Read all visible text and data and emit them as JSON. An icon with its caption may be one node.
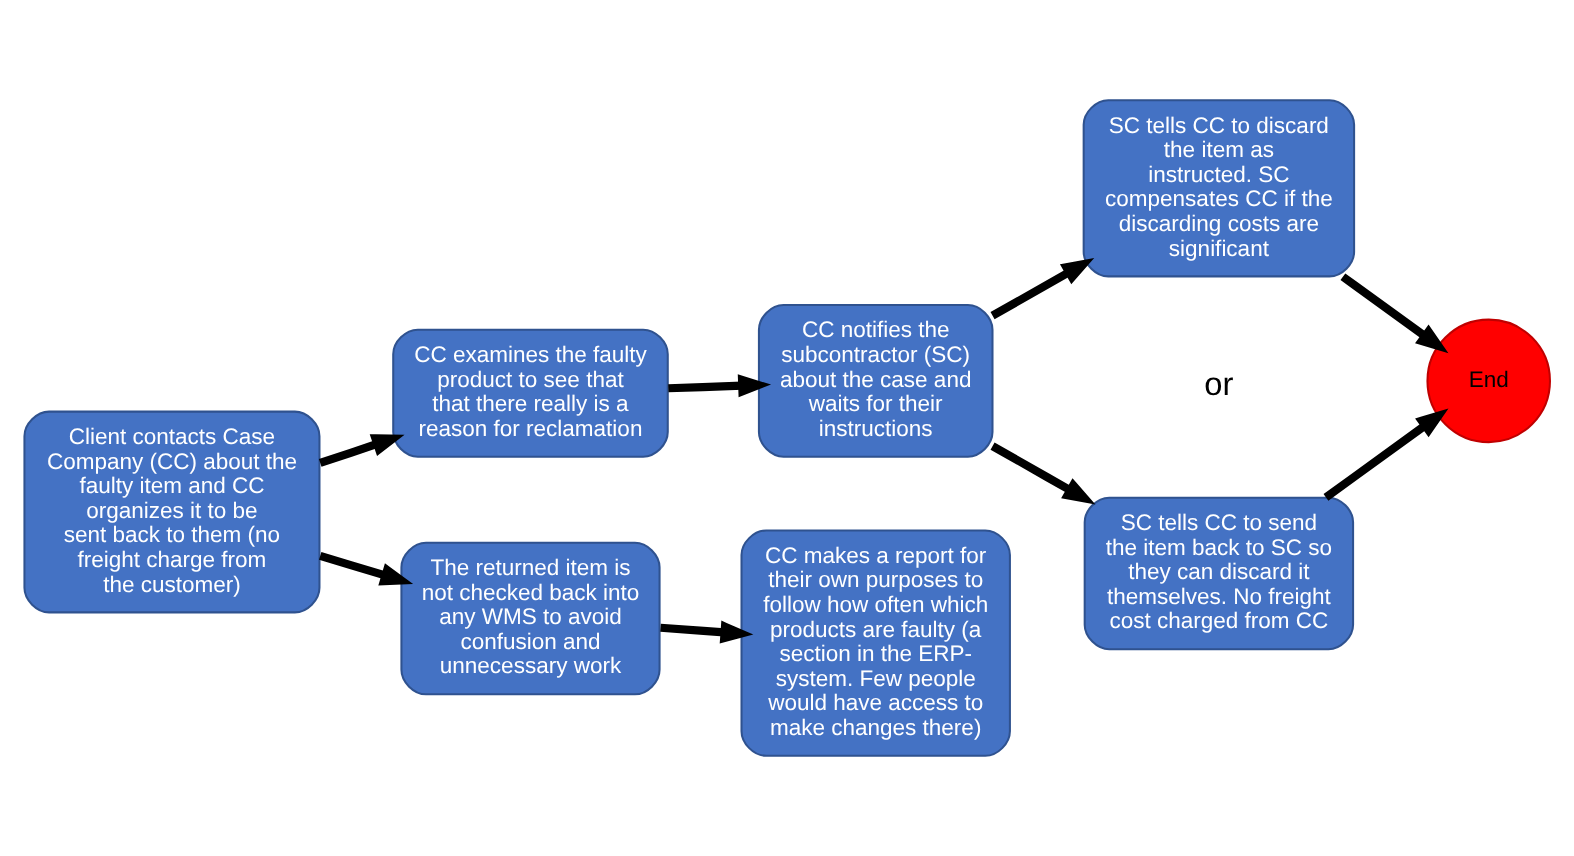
{
  "diagram": {
    "nodes": [
      {
        "text": [
          "Client contacts Case Company (CC) about the faulty item and CC organizes it to be sent back to them (no freight charge from the customer)"
        ]
      },
      {
        "text": [
          "CC examines the faulty product to see that that there really is a reason for reclamation"
        ]
      },
      {
        "text": [
          "CC notifies the subcontractor (SC) about the case and waits for their instructions"
        ]
      },
      {
        "text": [
          "SC tells CC to discard the item as instructed. SC compensates CC if the discarding costs are significant"
        ]
      },
      {
        "text": [
          "SC tells CC to send the item back to SC so they can discard it themselves. No freight cost charged from CC"
        ]
      },
      {
        "text": [
          "End"
        ]
      },
      {
        "text": [
          "The returned item is not checked back into any WMS to avoid confusion and unnecessary work"
        ]
      },
      {
        "text": [
          "CC makes a report for their own purposes to follow how often which products are faulty (a section in the ERP-system. Few people would have access to make changes there)"
        ]
      }
    ],
    "edges": [
      {
        "from": 0,
        "to": 1,
        "arrow": "to"
      },
      {
        "from": 1,
        "to": 2,
        "arrow": "to"
      },
      {
        "from": 2,
        "to": 3,
        "arrow": "to"
      },
      {
        "from": 2,
        "to": 4,
        "arrow": "to"
      },
      {
        "from": 3,
        "to": 5,
        "arrow": "to"
      },
      {
        "from": 4,
        "to": 5,
        "arrow": "to"
      },
      {
        "from": 0,
        "to": 6,
        "arrow": "to"
      },
      {
        "from": 6,
        "to": 7,
        "arrow": "to"
      }
    ],
    "labels": [
      "or"
    ]
  }
}
